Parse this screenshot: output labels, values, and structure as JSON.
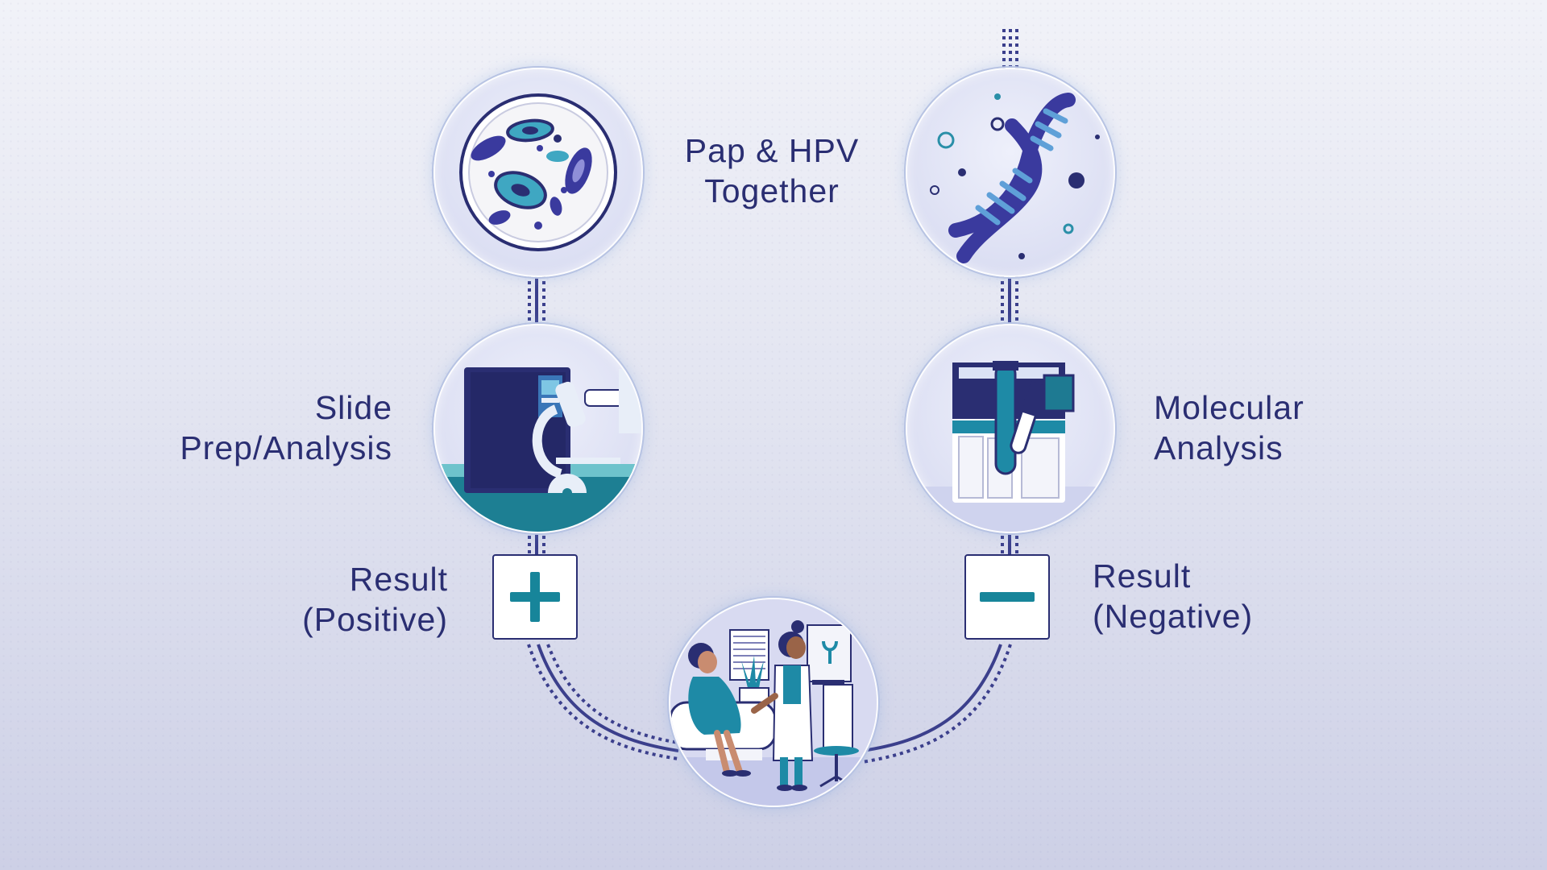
{
  "labels": {
    "together": [
      "Pap & HPV",
      "Together"
    ],
    "slide_prep": [
      "Slide",
      "Prep/Analysis"
    ],
    "molecular": [
      "Molecular",
      "Analysis"
    ],
    "result_positive": [
      "Result",
      "(Positive)"
    ],
    "result_negative": [
      "Result",
      "(Negative)"
    ]
  },
  "icons": {
    "cells": "cells-petri-dish-icon",
    "dna": "dna-helix-icon",
    "slide_prep_instrument": "slide-prep-instrument-icon",
    "molecular_instrument": "molecular-analyzer-icon",
    "consultation": "doctor-patient-consultation-icon",
    "plus": "plus-icon",
    "minus": "minus-icon"
  },
  "colors": {
    "navy": "#2a2e72",
    "indigo": "#3a3a9e",
    "teal": "#17859a",
    "light_teal": "#5fc6cf",
    "connector": "#3b3f8c"
  }
}
